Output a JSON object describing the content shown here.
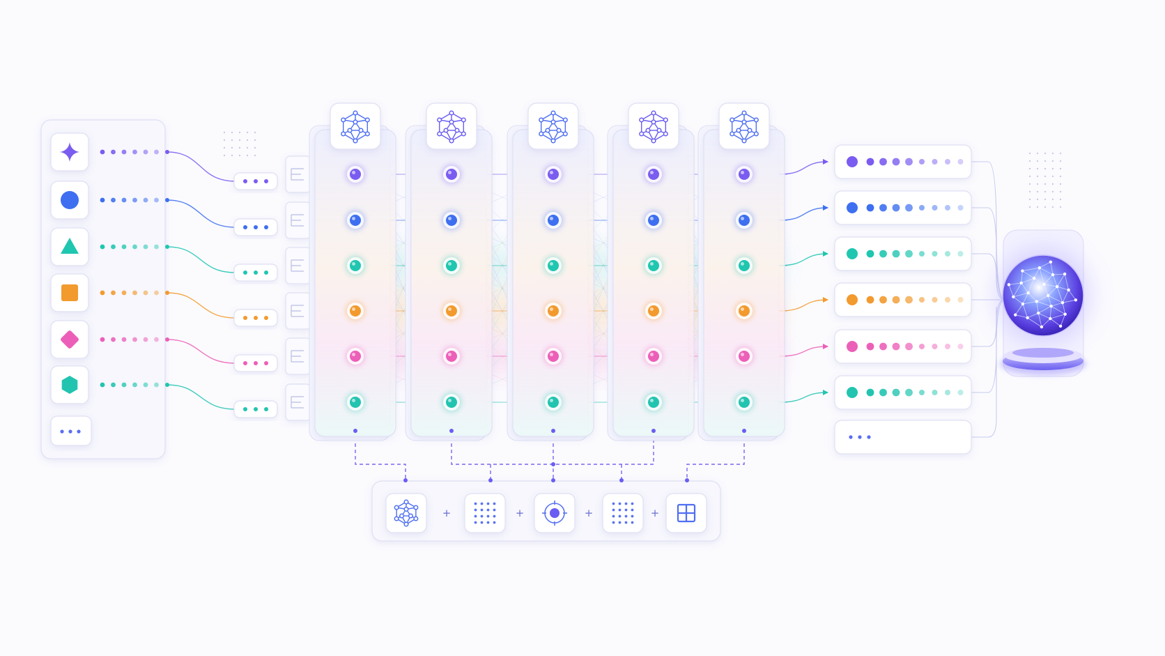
{
  "colors": {
    "background": "#fbfbfe",
    "card_border": "#dfe0f3",
    "purple": "#7b5cf0",
    "blue": "#3d6ff0",
    "teal": "#1fc6b0",
    "orange": "#f29a2e",
    "pink": "#ec5fb8",
    "teal2": "#22c4b0",
    "accent": "#6a5df2",
    "icon_stroke": "#5a6ef0"
  },
  "inputs": {
    "items": [
      {
        "icon": "sparkle-icon",
        "color_key": "purple"
      },
      {
        "icon": "circle-icon",
        "color_key": "blue"
      },
      {
        "icon": "triangle-icon",
        "color_key": "teal"
      },
      {
        "icon": "square-icon",
        "color_key": "orange"
      },
      {
        "icon": "diamond-icon",
        "color_key": "pink"
      },
      {
        "icon": "hexagon-icon",
        "color_key": "teal2"
      }
    ],
    "more_icon": "ellipsis-icon"
  },
  "layers": {
    "count": 5,
    "header_icon": "network-icon",
    "rows": [
      "purple",
      "blue",
      "teal",
      "orange",
      "pink",
      "teal2"
    ]
  },
  "outputs": {
    "rows": [
      "purple",
      "blue",
      "teal",
      "orange",
      "pink",
      "teal2"
    ],
    "more_icon": "ellipsis-icon",
    "sphere_icon": "globe-network-icon"
  },
  "toolbar": {
    "items": [
      {
        "icon": "network-icon"
      },
      {
        "icon": "dot-grid-icon"
      },
      {
        "icon": "target-icon"
      },
      {
        "icon": "dot-grid-icon"
      },
      {
        "icon": "table-grid-icon"
      }
    ],
    "separator": "+"
  }
}
